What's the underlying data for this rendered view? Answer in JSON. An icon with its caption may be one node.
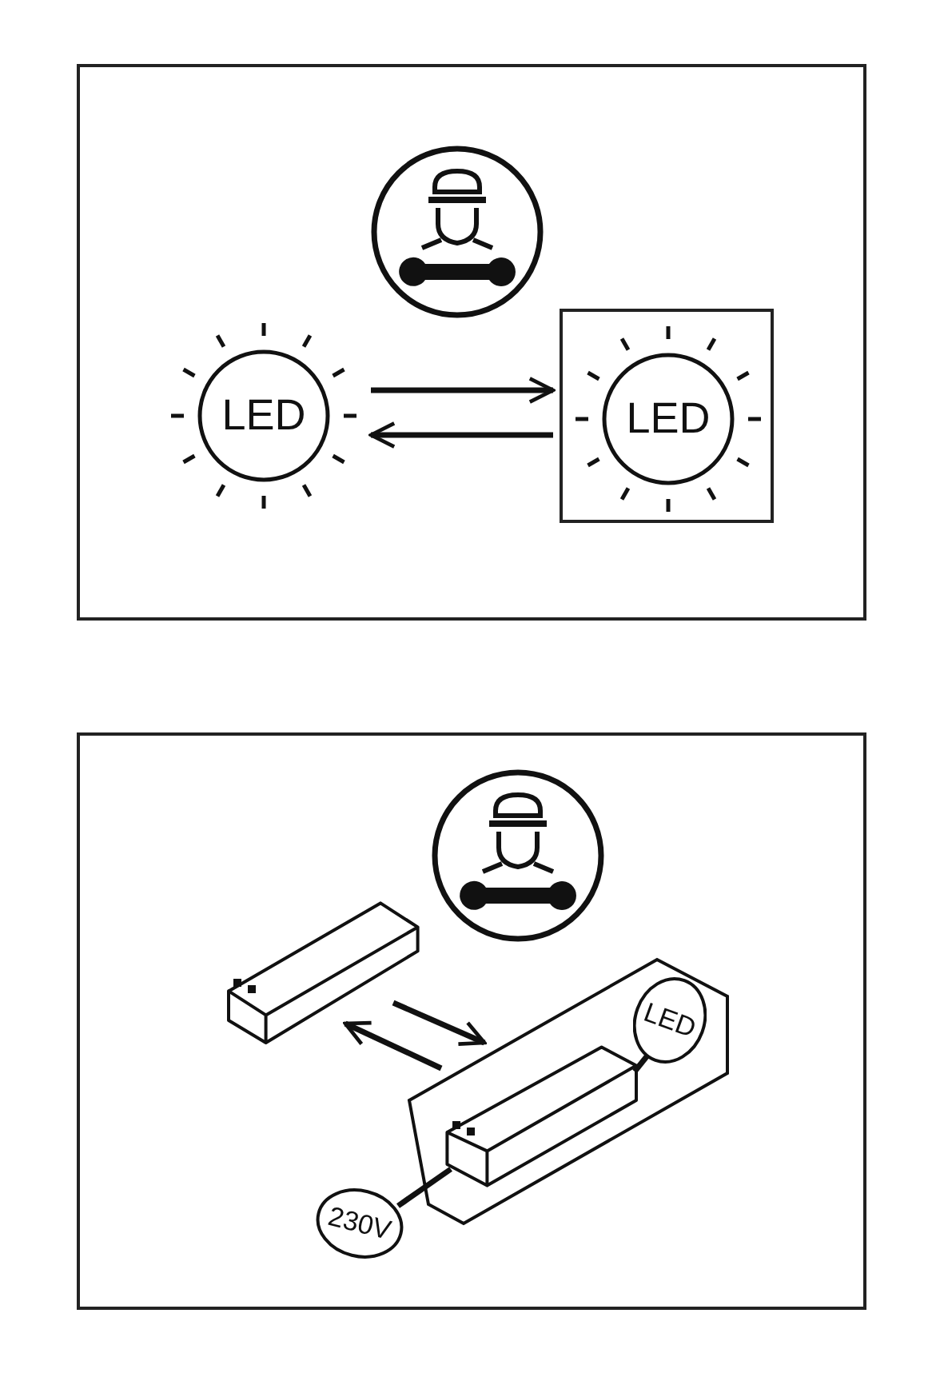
{
  "diagram": {
    "nodes": [
      {
        "text": [
          "LED"
        ]
      },
      {
        "text": [],
        "shape": "box"
      },
      {
        "text": [
          "LED"
        ],
        "in": 1
      },
      {
        "text": [],
        "shape": "box"
      },
      {
        "text": [],
        "shape": "box"
      },
      {
        "text": [
          "230V"
        ]
      },
      {
        "text": [
          "LED"
        ]
      }
    ],
    "edges": [
      {
        "from": 0,
        "to": 1,
        "arrow": "to"
      },
      {
        "from": 1,
        "to": 0,
        "arrow": "to"
      },
      {
        "from": 4,
        "to": 3,
        "arrow": "to"
      },
      {
        "from": 3,
        "to": 4,
        "arrow": "to"
      },
      {
        "from": 5,
        "to": 4,
        "arrow": "none"
      },
      {
        "from": 4,
        "to": 6,
        "arrow": "none"
      }
    ]
  }
}
